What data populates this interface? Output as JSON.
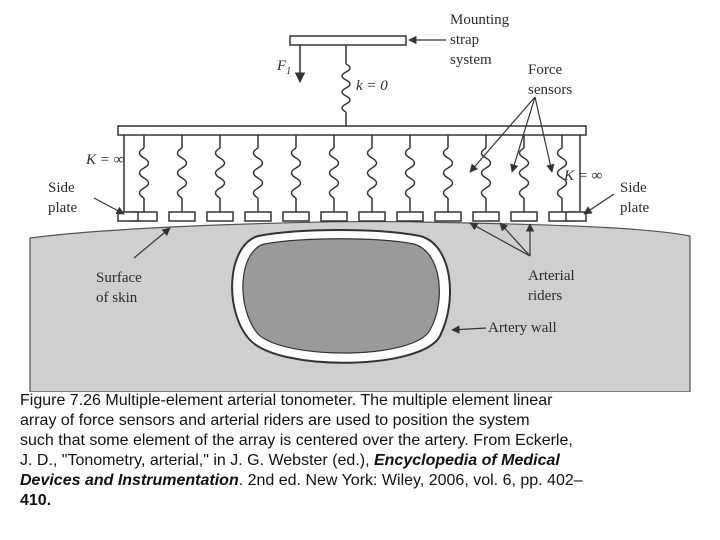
{
  "diagram": {
    "labels": {
      "mounting_strap_1": "Mounting",
      "mounting_strap_2": "strap",
      "mounting_strap_3": "system",
      "f1_main": "F",
      "f1_sub": "1",
      "k_zero": "k = 0",
      "force_sensors_1": "Force",
      "force_sensors_2": "sensors",
      "k_inf_left": "K = ∞",
      "k_inf_right": "K = ∞",
      "side_plate_left_1": "Side",
      "side_plate_left_2": "plate",
      "side_plate_right_1": "Side",
      "side_plate_right_2": "plate",
      "surface_skin_1": "Surface",
      "surface_skin_2": "of skin",
      "arterial_riders_1": "Arterial",
      "arterial_riders_2": "riders",
      "artery_wall": "Artery wall"
    },
    "colors": {
      "tissue": "#cfcfcf",
      "artery_fill": "#9a9a9a",
      "line": "#333333"
    }
  },
  "caption": {
    "line1": "Figure 7.26   Multiple-element arterial tonometer. The multiple element linear",
    "line2": "array of force sensors and arterial riders are used to position the system",
    "line3": "such that some element of the array is centered over the artery. From Eckerle,",
    "line4_pre": "J. D., \"Tonometry, arterial,\" in J. G. Webster (ed.), ",
    "line4_em": "Encyclopedia of Medical",
    "line5_em": "Devices and Instrumentation",
    "line5_post": ". 2nd ed. New York: Wiley, 2006, vol. 6, pp. 402–",
    "line6": "410."
  }
}
